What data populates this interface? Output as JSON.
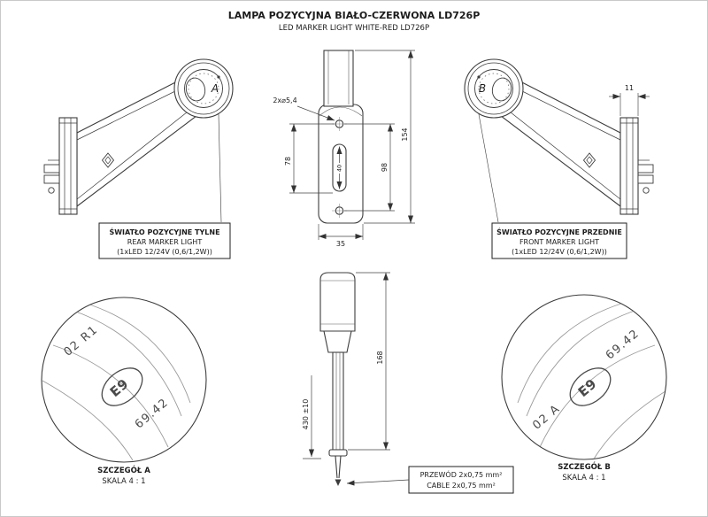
{
  "title": {
    "line1": "LAMPA POZYCYJNA BIAŁO-CZERWONA LD726P",
    "line2": "LED MARKER LIGHT WHITE-RED LD726P"
  },
  "view_a": {
    "letter": "A",
    "label1": "ŚWIATŁO POZYCYJNE TYLNE",
    "label2": "REAR MARKER LIGHT",
    "label3": "(1xLED 12/24V (0,6/1,2W))"
  },
  "view_b": {
    "letter": "B",
    "label1": "ŚWIATŁO POZYCYJNE PRZEDNIE",
    "label2": "FRONT MARKER LIGHT",
    "label3": "(1xLED 12/24V (0,6/1,2W))",
    "dim_bracket": "11"
  },
  "front_view": {
    "dim_holes": "2x⌀5,4",
    "dim_left": "78",
    "dim_slot": "40",
    "dim_holes_span": "98",
    "dim_height": "154",
    "dim_width": "35"
  },
  "side_view": {
    "dim_height": "168",
    "dim_length": "430 ±10",
    "cable1": "PRZEWÓD 2x0,75 mm²",
    "cable2": "CABLE 2x0,75 mm²"
  },
  "detail_a": {
    "mark1": "02 R1",
    "mark2": "E9",
    "mark3": "69.42",
    "caption": "SZCZEGÓŁ A",
    "scale": "SKALA 4 : 1"
  },
  "detail_b": {
    "mark1": "02 A",
    "mark2": "E9",
    "mark3": "69.42",
    "caption": "SZCZEGÓŁ B",
    "scale": "SKALA 4 : 1"
  }
}
